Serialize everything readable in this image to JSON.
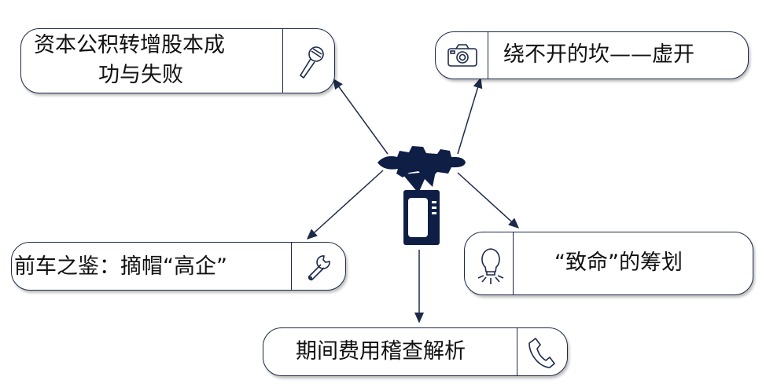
{
  "nodes": {
    "top_left": {
      "label_line1": "资本公积转增股本成",
      "label_line2": "功与失败",
      "icon": "microphone-icon"
    },
    "top_right": {
      "label": "绕不开的坎——虚开",
      "icon": "camera-icon"
    },
    "mid_left": {
      "label": "前车之鉴：摘帽“高企”",
      "icon": "wrench-icon"
    },
    "mid_right": {
      "label": "“致命”的筹划",
      "icon": "lightbulb-icon"
    },
    "bottom": {
      "label": "期间费用稽查解析",
      "icon": "telephone-icon"
    }
  },
  "center": {
    "icon": "tv-antenna-icon"
  },
  "colors": {
    "navy": "#0f1e45",
    "border": "#1d2a4a"
  }
}
